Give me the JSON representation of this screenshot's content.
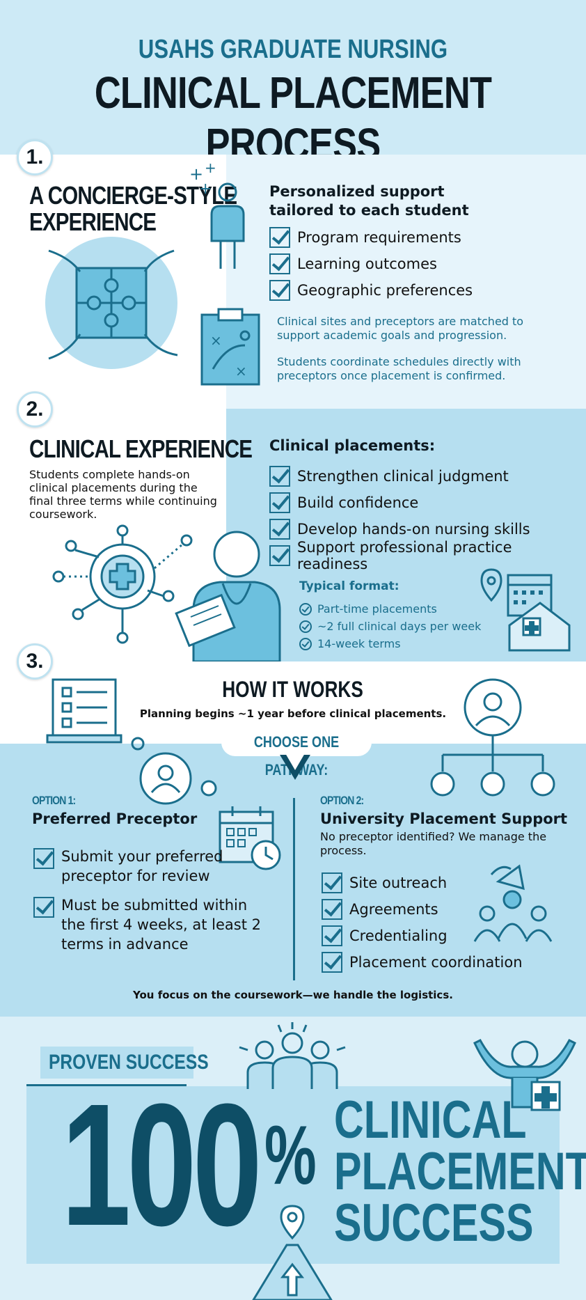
{
  "header": {
    "subtitle": "USAHS GRADUATE NURSING",
    "title": "CLINICAL PLACEMENT PROCESS"
  },
  "section1": {
    "number": "1.",
    "heading_line1": "A CONCIERGE-STYLE",
    "heading_line2": "EXPERIENCE",
    "sub_line1": "Personalized support",
    "sub_line2": "tailored to each student",
    "items": [
      "Program requirements",
      "Learning outcomes",
      "Geographic preferences"
    ],
    "note1": "Clinical sites and preceptors are matched to support academic goals and progression.",
    "note2": "Students coordinate schedules directly with preceptors once placement is confirmed."
  },
  "section2": {
    "number": "2.",
    "heading": "CLINICAL EXPERIENCE",
    "description": "Students complete hands-on clinical placements during the final three terms while continuing coursework.",
    "sub": "Clinical placements:",
    "items": [
      "Strengthen clinical judgment",
      "Build confidence",
      "Develop hands-on nursing skills",
      "Support professional practice readiness"
    ],
    "format_title": "Typical format:",
    "format_items": [
      "Part-time placements",
      "~2 full clinical days per week",
      "14-week terms"
    ]
  },
  "section3": {
    "number": "3.",
    "title": "HOW IT WORKS",
    "subtitle": "Planning begins ~1 year before clinical placements.",
    "pathway": "CHOOSE ONE PATHWAY:",
    "option1": {
      "label": "OPTION 1:",
      "title": "Preferred Preceptor",
      "items": [
        "Submit your preferred preceptor for review",
        "Must be submitted within the first 4 weeks, at least 2 terms in advance"
      ]
    },
    "option2": {
      "label": "OPTION 2:",
      "title": "University Placement Support",
      "description": "No preceptor identified? We manage the process.",
      "items": [
        "Site outreach",
        "Agreements",
        "Credentialing",
        "Placement coordination"
      ]
    },
    "footer": "You focus on the coursework—we handle the logistics."
  },
  "section4": {
    "badge": "PROVEN SUCCESS",
    "big_number": "100",
    "percent": "%",
    "line1": "CLINICAL",
    "line2": "PLACEMENT",
    "line3": "SUCCESS"
  },
  "colors": {
    "accent": "#1a6e8c",
    "dark": "#0e4e66",
    "light": "#b6dff0",
    "pale": "#dbeff8"
  }
}
